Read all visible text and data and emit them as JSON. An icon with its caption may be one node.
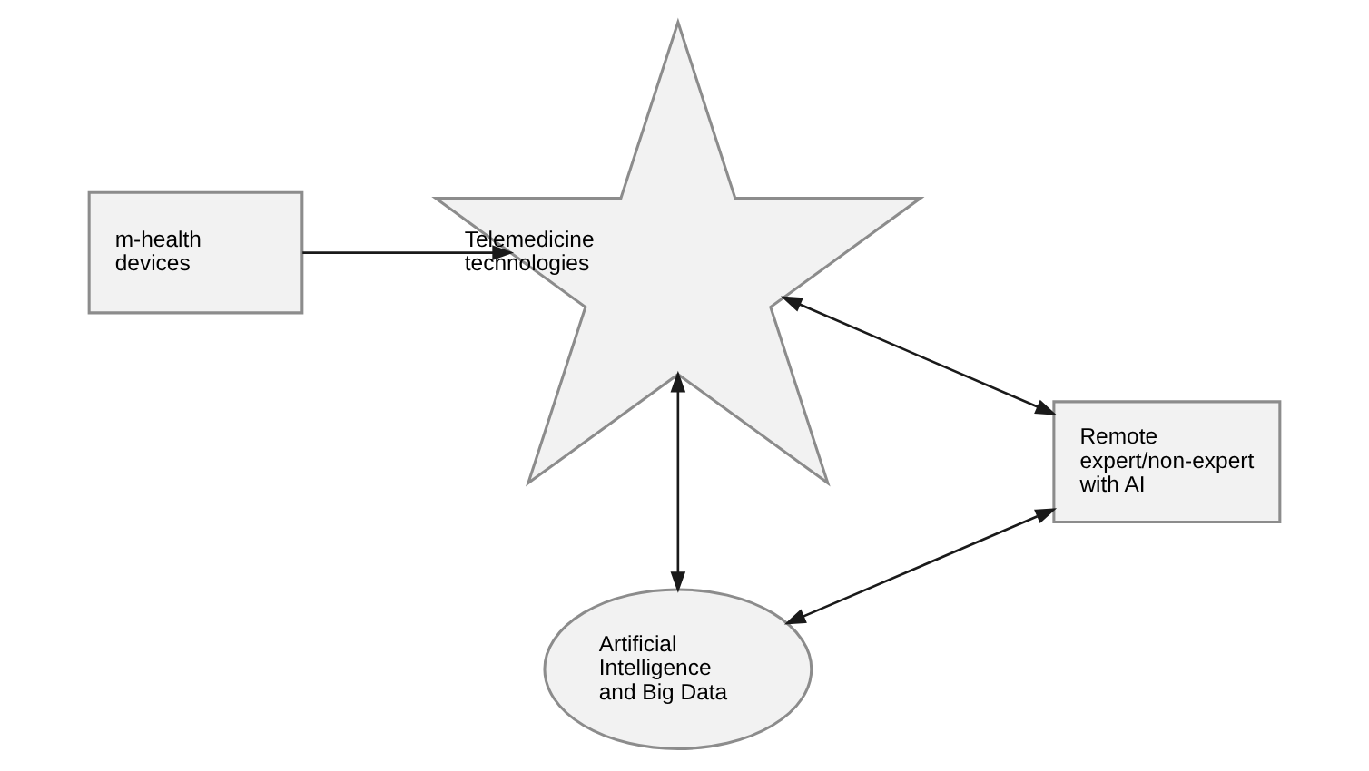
{
  "diagram": {
    "nodes": [
      {
        "text": [
          "m-health devices"
        ]
      },
      {
        "text": [
          "Telemedicine technologies"
        ]
      },
      {
        "text": [
          "Remote expert/non-expert with AI"
        ]
      },
      {
        "text": [
          "Artificial Intelligence and Big Data"
        ]
      }
    ],
    "edges": [
      {
        "from": 0,
        "to": 1,
        "arrow": "to"
      },
      {
        "from": 1,
        "to": 2,
        "arrow": "both"
      },
      {
        "from": 1,
        "to": 3,
        "arrow": "both"
      },
      {
        "from": 3,
        "to": 2,
        "arrow": "both"
      }
    ]
  }
}
